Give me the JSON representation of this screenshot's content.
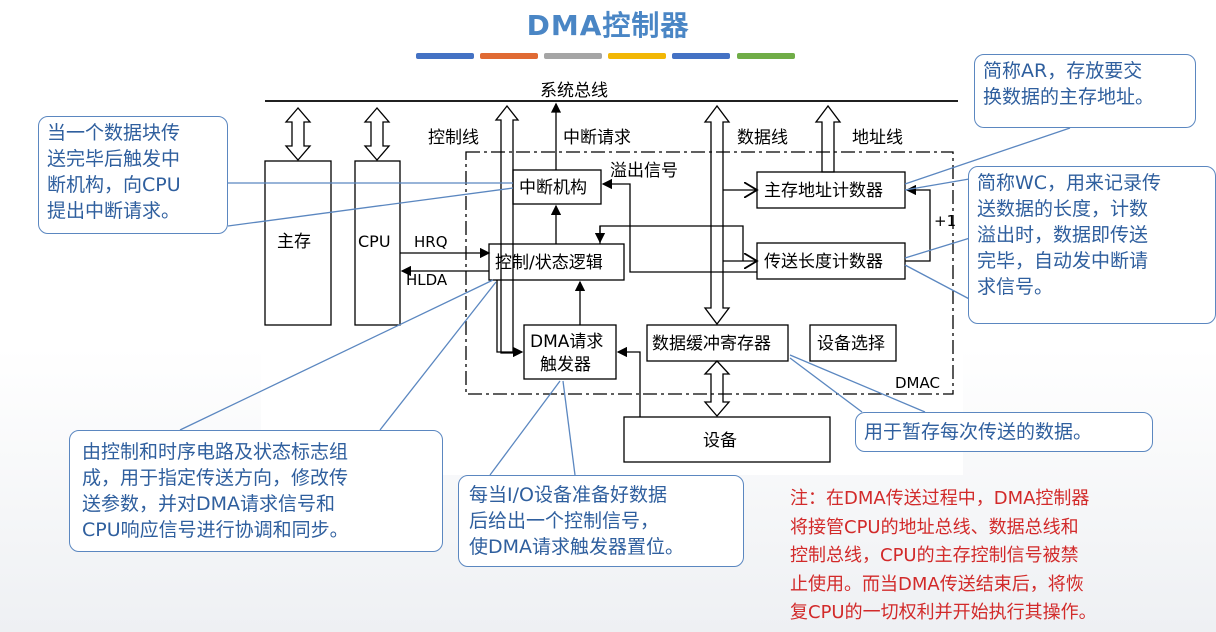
{
  "title": "DMA控制器",
  "colors": {
    "title": "#4a86c5",
    "callout_text": "#2f5f9e",
    "callout_border": "#5b87c0",
    "note_text": "#d22a2a",
    "bar1": "#4472c4",
    "bar2": "#e06a33",
    "bar3": "#a5a5a5",
    "bar4": "#f2b705",
    "bar5": "#4472c4",
    "bar6": "#70ad47"
  },
  "diagram": {
    "system_bus": "系统总线",
    "main_memory": "主存",
    "cpu": "CPU",
    "control_line": "控制线",
    "interrupt_request": "中断请求",
    "data_line": "数据线",
    "address_line": "地址线",
    "overflow_signal": "溢出信号",
    "interrupt_unit": "中断机构",
    "ctrl_logic": "控制/状态逻辑",
    "hrq": "HRQ",
    "hlda": "HLDA",
    "addr_counter": "主存地址计数器",
    "len_counter": "传送长度计数器",
    "plus_one": "+1",
    "dma_trigger_line1": "DMA请求",
    "dma_trigger_line2": "触发器",
    "data_buffer": "数据缓冲寄存器",
    "device_select": "设备选择",
    "dmac": "DMAC",
    "device": "设备"
  },
  "callouts": {
    "interrupt": "当一个数据块传\n送完毕后触发中\n断机构，向CPU\n提出中断请求。",
    "ar": "简称AR，存放要交\n换数据的主存地址。",
    "wc": "简称WC，用来记录传\n送数据的长度，计数\n溢出时，数据即传送\n完毕，自动发中断请\n求信号。",
    "buffer": "用于暂存每次传送的数据。",
    "ctrl": "由控制和时序电路及状态标志组\n成，用于指定传送方向，修改传\n送参数，并对DMA请求信号和\nCPU响应信号进行协调和同步。",
    "trigger": "每当I/O设备准备好数据\n后给出一个控制信号，\n使DMA请求触发器置位。"
  },
  "note": "注：在DMA传送过程中，DMA控制器\n将接管CPU的地址总线、数据总线和\n控制总线，CPU的主存控制信号被禁\n止使用。而当DMA传送结束后，将恢\n复CPU的一切权利并开始执行其操作。"
}
